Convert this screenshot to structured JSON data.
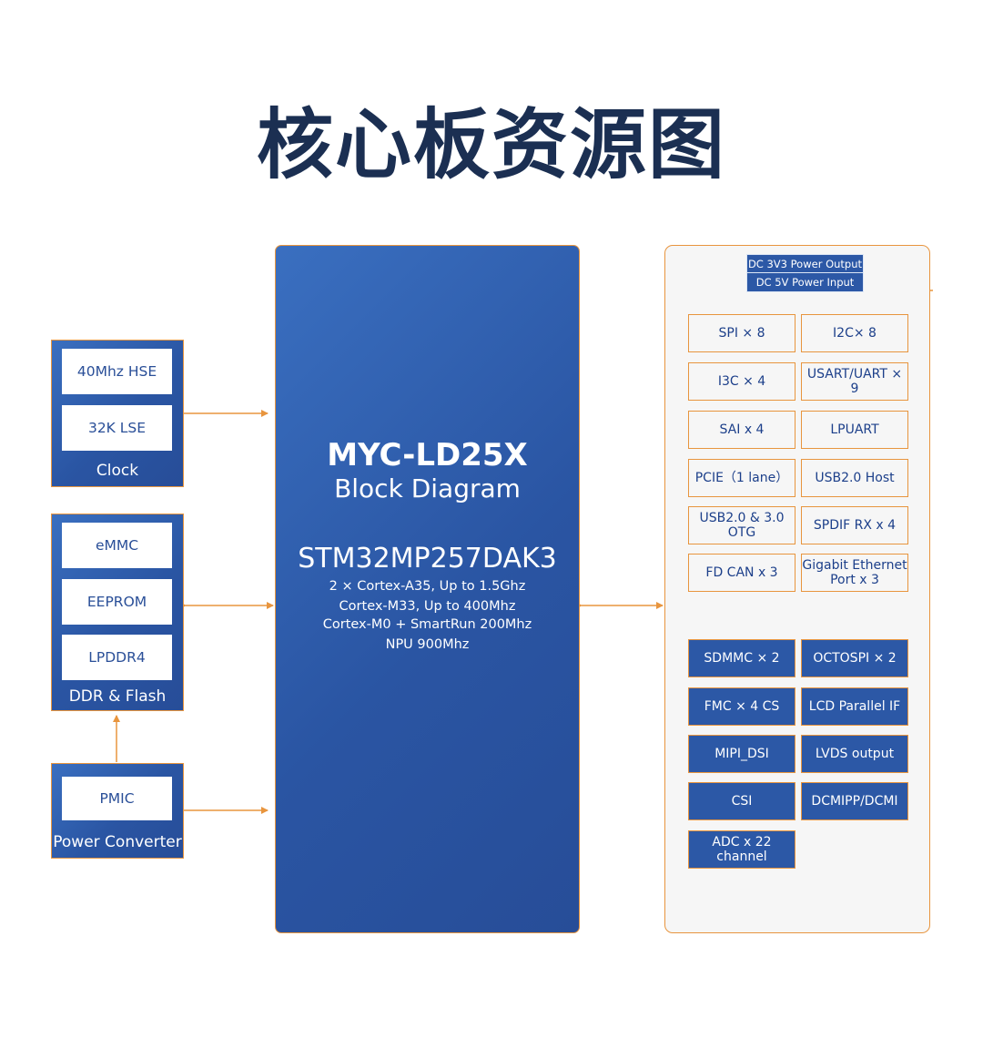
{
  "title": "核心板资源图",
  "core": {
    "model": "MYC-LD25X",
    "subtitle": "Block Diagram",
    "chip": "STM32MP257DAK3",
    "specs": [
      "2 × Cortex-A35, Up to 1.5Ghz",
      "Cortex-M33, Up to 400Mhz",
      "Cortex-M0 + SmartRun 200Mhz",
      "NPU 900Mhz"
    ]
  },
  "clock": {
    "label": "Clock",
    "items": [
      "40Mhz HSE",
      "32K LSE"
    ]
  },
  "memory": {
    "label": "DDR & Flash",
    "items": [
      "eMMC",
      "EEPROM",
      "LPDDR4"
    ]
  },
  "power": {
    "label": "Power Converter",
    "items": [
      "PMIC"
    ]
  },
  "peripherals": {
    "power_output": "DC 3V3 Power Output",
    "power_input": "DC 5V Power Input",
    "outline_items": [
      "SPI × 8",
      "I2C× 8",
      "I3C × 4",
      "USART/UART × 9",
      "SAI x 4",
      "LPUART",
      "PCIE（1 lane）",
      "USB2.0 Host",
      "USB2.0 & 3.0 OTG",
      "SPDIF RX x 4",
      "FD CAN x 3",
      "Gigabit Ethernet Port x 3"
    ],
    "filled_items": [
      "SDMMC × 2",
      "OCTOSPI × 2",
      "FMC × 4 CS",
      "LCD Parallel IF",
      "MIPI_DSI",
      "LVDS output",
      "CSI",
      "DCMIPP/DCMI",
      "ADC x 22 channel"
    ]
  },
  "colors": {
    "title": "#1b2f52",
    "block_blue": "#2c58a6",
    "connector_orange": "#e8953e",
    "panel_bg": "#f6f6f6"
  }
}
